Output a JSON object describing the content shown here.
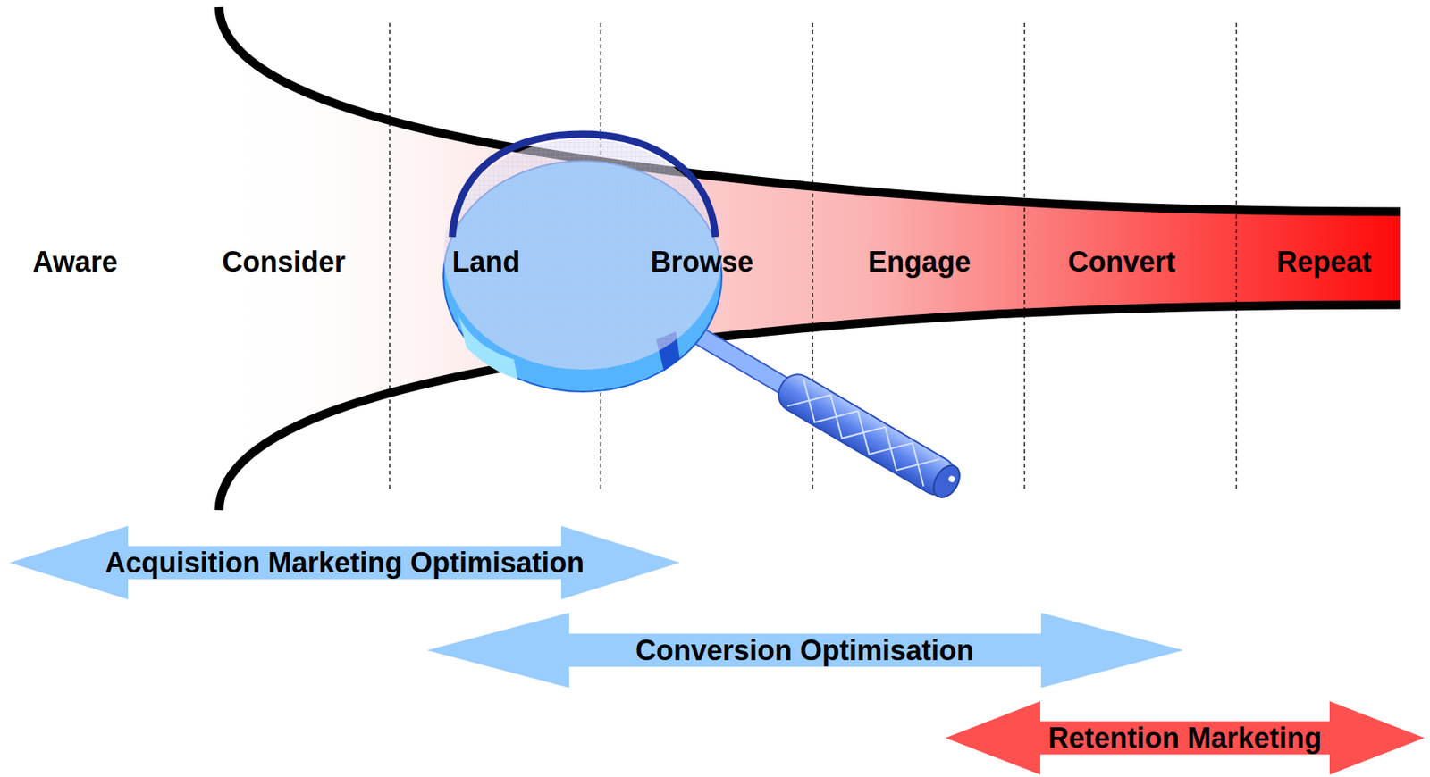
{
  "diagram": {
    "nodes": [
      {
        "text": [
          "Acquisition Marketing Optimisation"
        ]
      },
      {
        "text": [
          "Conversion Optimisation"
        ]
      },
      {
        "text": [
          "Retention Marketing"
        ]
      }
    ],
    "labels": [
      "Aware",
      "Consider",
      "Land",
      "Browse",
      "Engage",
      "Convert",
      "Repeat"
    ]
  }
}
